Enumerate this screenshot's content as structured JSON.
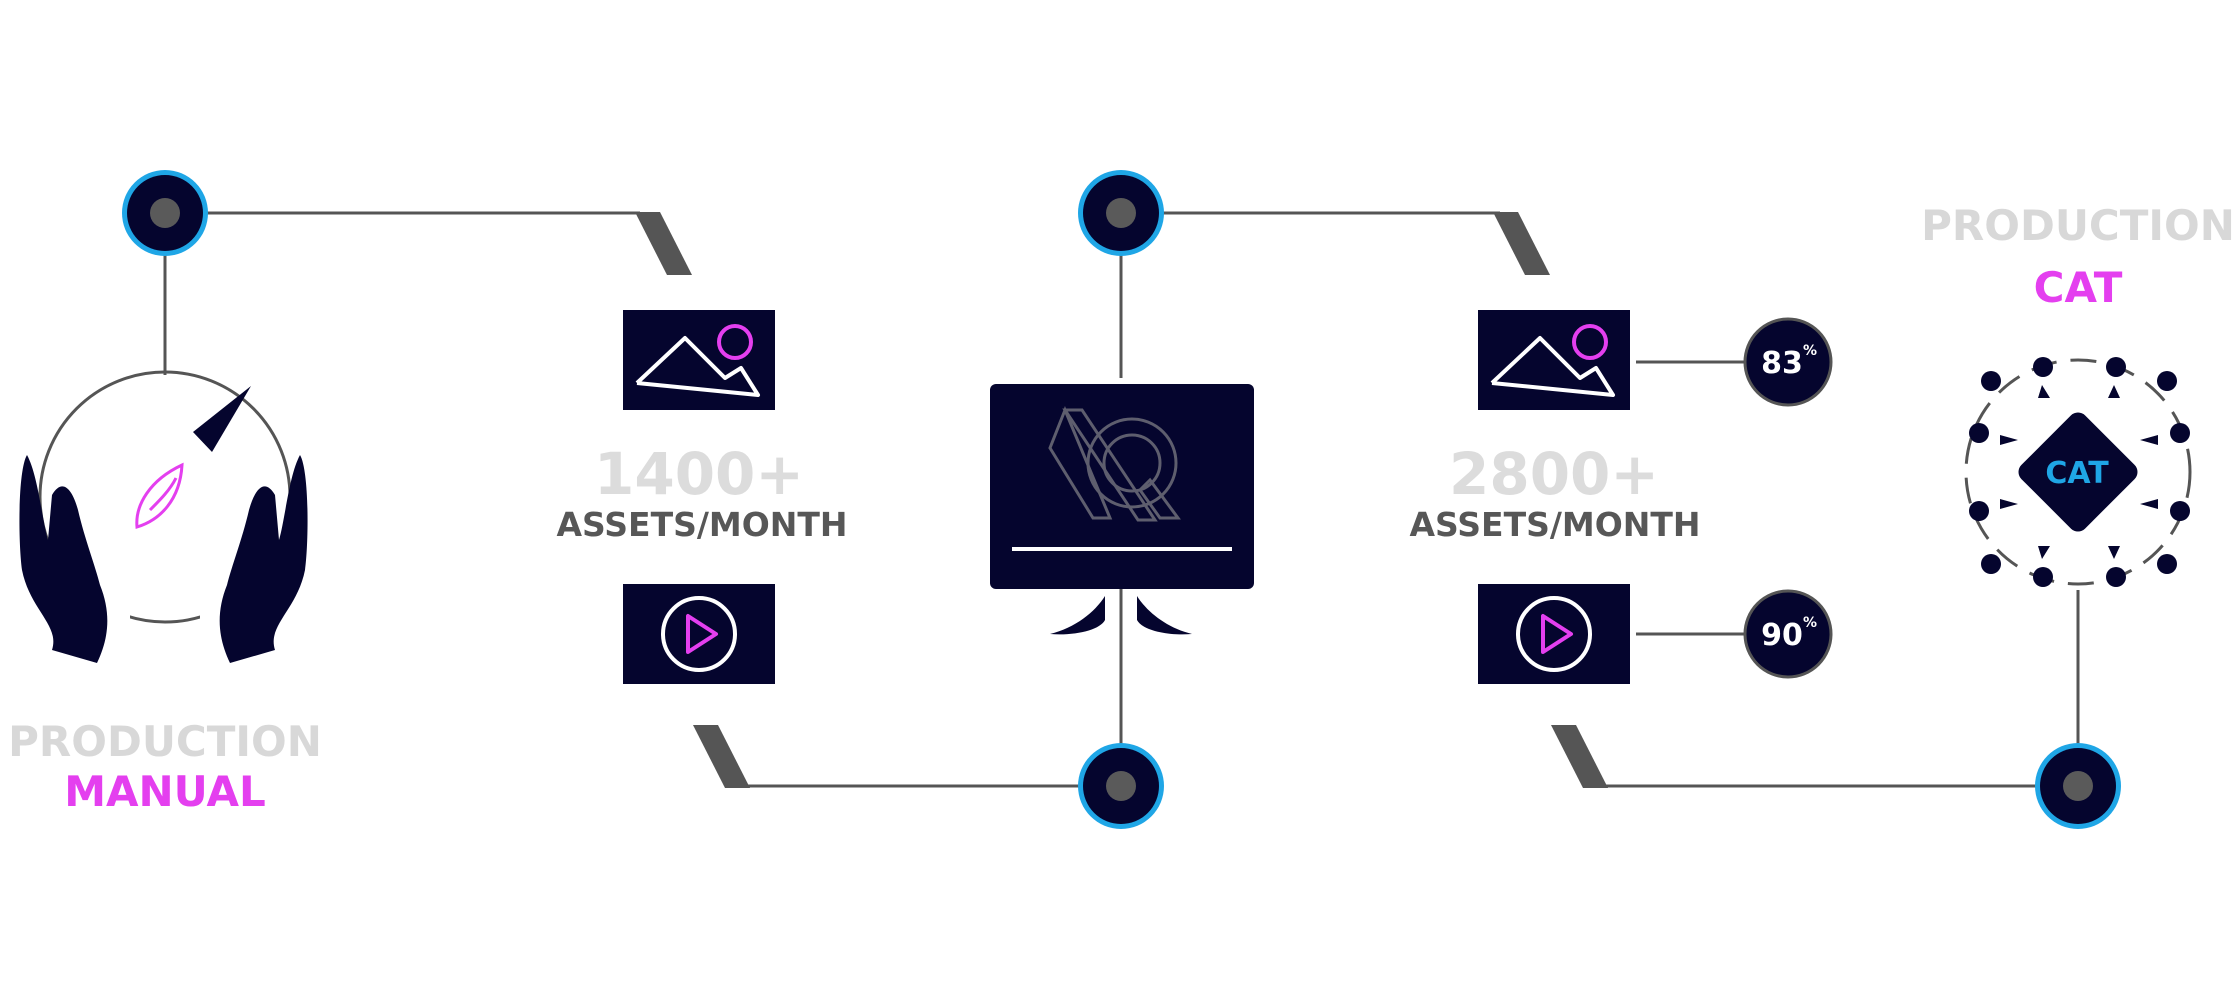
{
  "colors": {
    "navy": "#05052e",
    "magenta": "#e43fef",
    "blue": "#1fa6e6",
    "grey_line": "#555555",
    "grey_text": "#d8d8d8",
    "dark_text": "#575757"
  },
  "manual": {
    "label_top": "PRODUCTION",
    "label_bottom": "MANUAL"
  },
  "cat": {
    "label_top": "PRODUCTION",
    "label_bottom": "CAT",
    "badge": "CAT"
  },
  "stage1": {
    "count": "1400+",
    "unit": "ASSETS/MONTH"
  },
  "stage2": {
    "count": "2800+",
    "unit": "ASSETS/MONTH",
    "image_pct": "83",
    "video_pct": "90",
    "pct_symbol": "%"
  },
  "icons": {
    "hands": "hands-holding-globe-icon",
    "image": "image-icon",
    "video": "play-icon",
    "monitor": "monitor-logo-icon",
    "network": "network-node-icon",
    "node": "connector-node-icon"
  }
}
